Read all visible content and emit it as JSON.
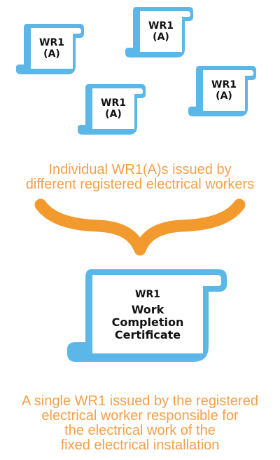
{
  "small_scrolls": [
    {
      "line1": "WR1",
      "line2": "(A)"
    },
    {
      "line1": "WR1",
      "line2": "(A)"
    },
    {
      "line1": "WR1",
      "line2": "(A)"
    },
    {
      "line1": "WR1",
      "line2": "(A)"
    }
  ],
  "caption_top": {
    "line1": "Individual WR1(A)s issued by",
    "line2": "different registered electrical workers"
  },
  "large_scroll": {
    "title": "WR1",
    "line1": "Work",
    "line2": "Completion",
    "line3": "Certificate"
  },
  "caption_bottom": {
    "line1": "A single WR1 issued by the registered",
    "line2": "electrical worker responsible for",
    "line3": "the electrical work of the",
    "line4": "fixed electrical installation"
  },
  "colors": {
    "scroll_blue": "#5BB7E8",
    "orange": "#F39A2E",
    "caption_orange": "#F3A04A"
  },
  "icons": {
    "scroll": "document-scroll-icon",
    "brace": "curly-brace-icon"
  }
}
